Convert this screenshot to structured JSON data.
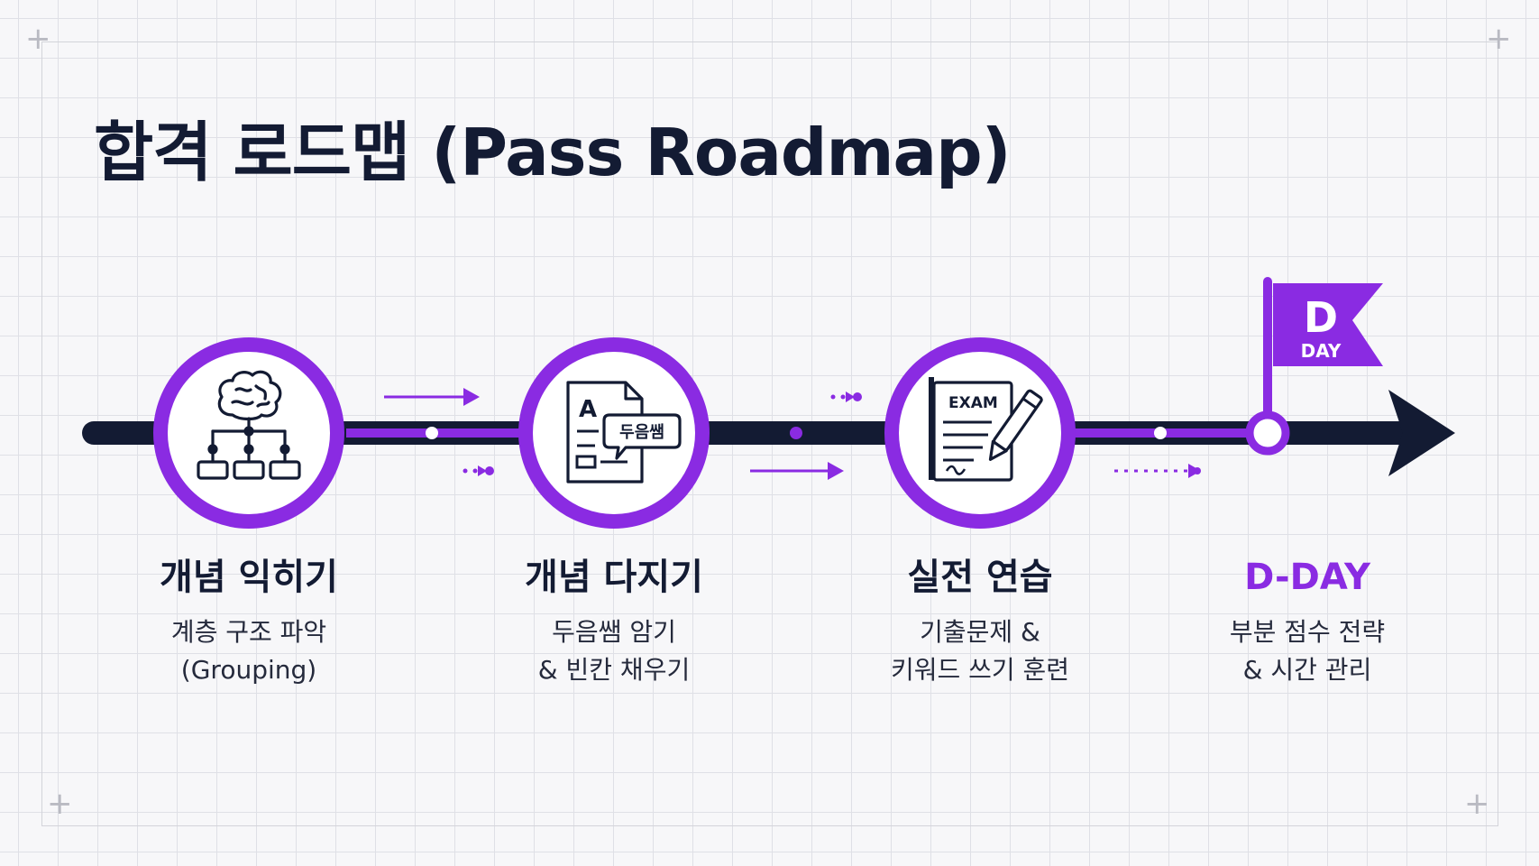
{
  "page": {
    "title": "합격 로드맵 (Pass Roadmap)"
  },
  "colors": {
    "accent": "#8a2be2",
    "navy": "#131b33",
    "grid": "#dfe0e6"
  },
  "flag": {
    "big_letter": "D",
    "small_text": "DAY"
  },
  "icons": {
    "step1": "brain-hierarchy-icon",
    "step2": "document-memorize-icon",
    "step3": "exam-paper-pen-icon",
    "goal": "d-day-flag-icon"
  },
  "step2_icon": {
    "doc_letter": "A",
    "bubble_text": "두음쌤"
  },
  "step3_icon": {
    "paper_label": "EXAM"
  },
  "steps": [
    {
      "title": "개념 익히기",
      "desc_line1": "계층 구조 파악",
      "desc_line2": "(Grouping)"
    },
    {
      "title": "개념 다지기",
      "desc_line1": "두음쌤 암기",
      "desc_line2": "& 빈칸 채우기"
    },
    {
      "title": "실전 연습",
      "desc_line1": "기출문제 &",
      "desc_line2": "키워드 쓰기 훈련"
    },
    {
      "title": "D-DAY",
      "desc_line1": "부분 점수 전략",
      "desc_line2": "& 시간 관리"
    }
  ]
}
